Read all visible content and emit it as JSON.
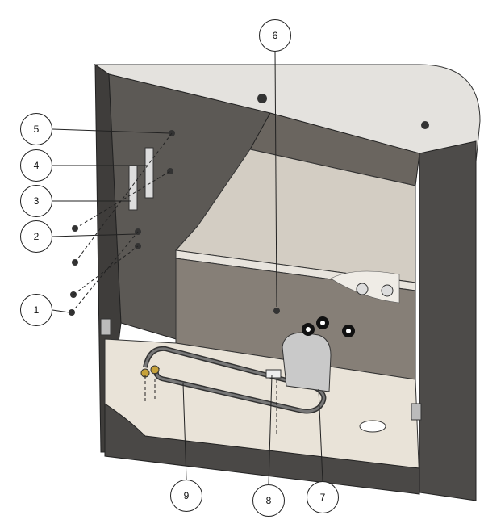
{
  "diagram": {
    "callouts": [
      {
        "label": "1"
      },
      {
        "label": "2"
      },
      {
        "label": "3"
      },
      {
        "label": "4"
      },
      {
        "label": "5"
      },
      {
        "label": "6"
      },
      {
        "label": "7"
      },
      {
        "label": "8"
      },
      {
        "label": "9"
      }
    ]
  }
}
